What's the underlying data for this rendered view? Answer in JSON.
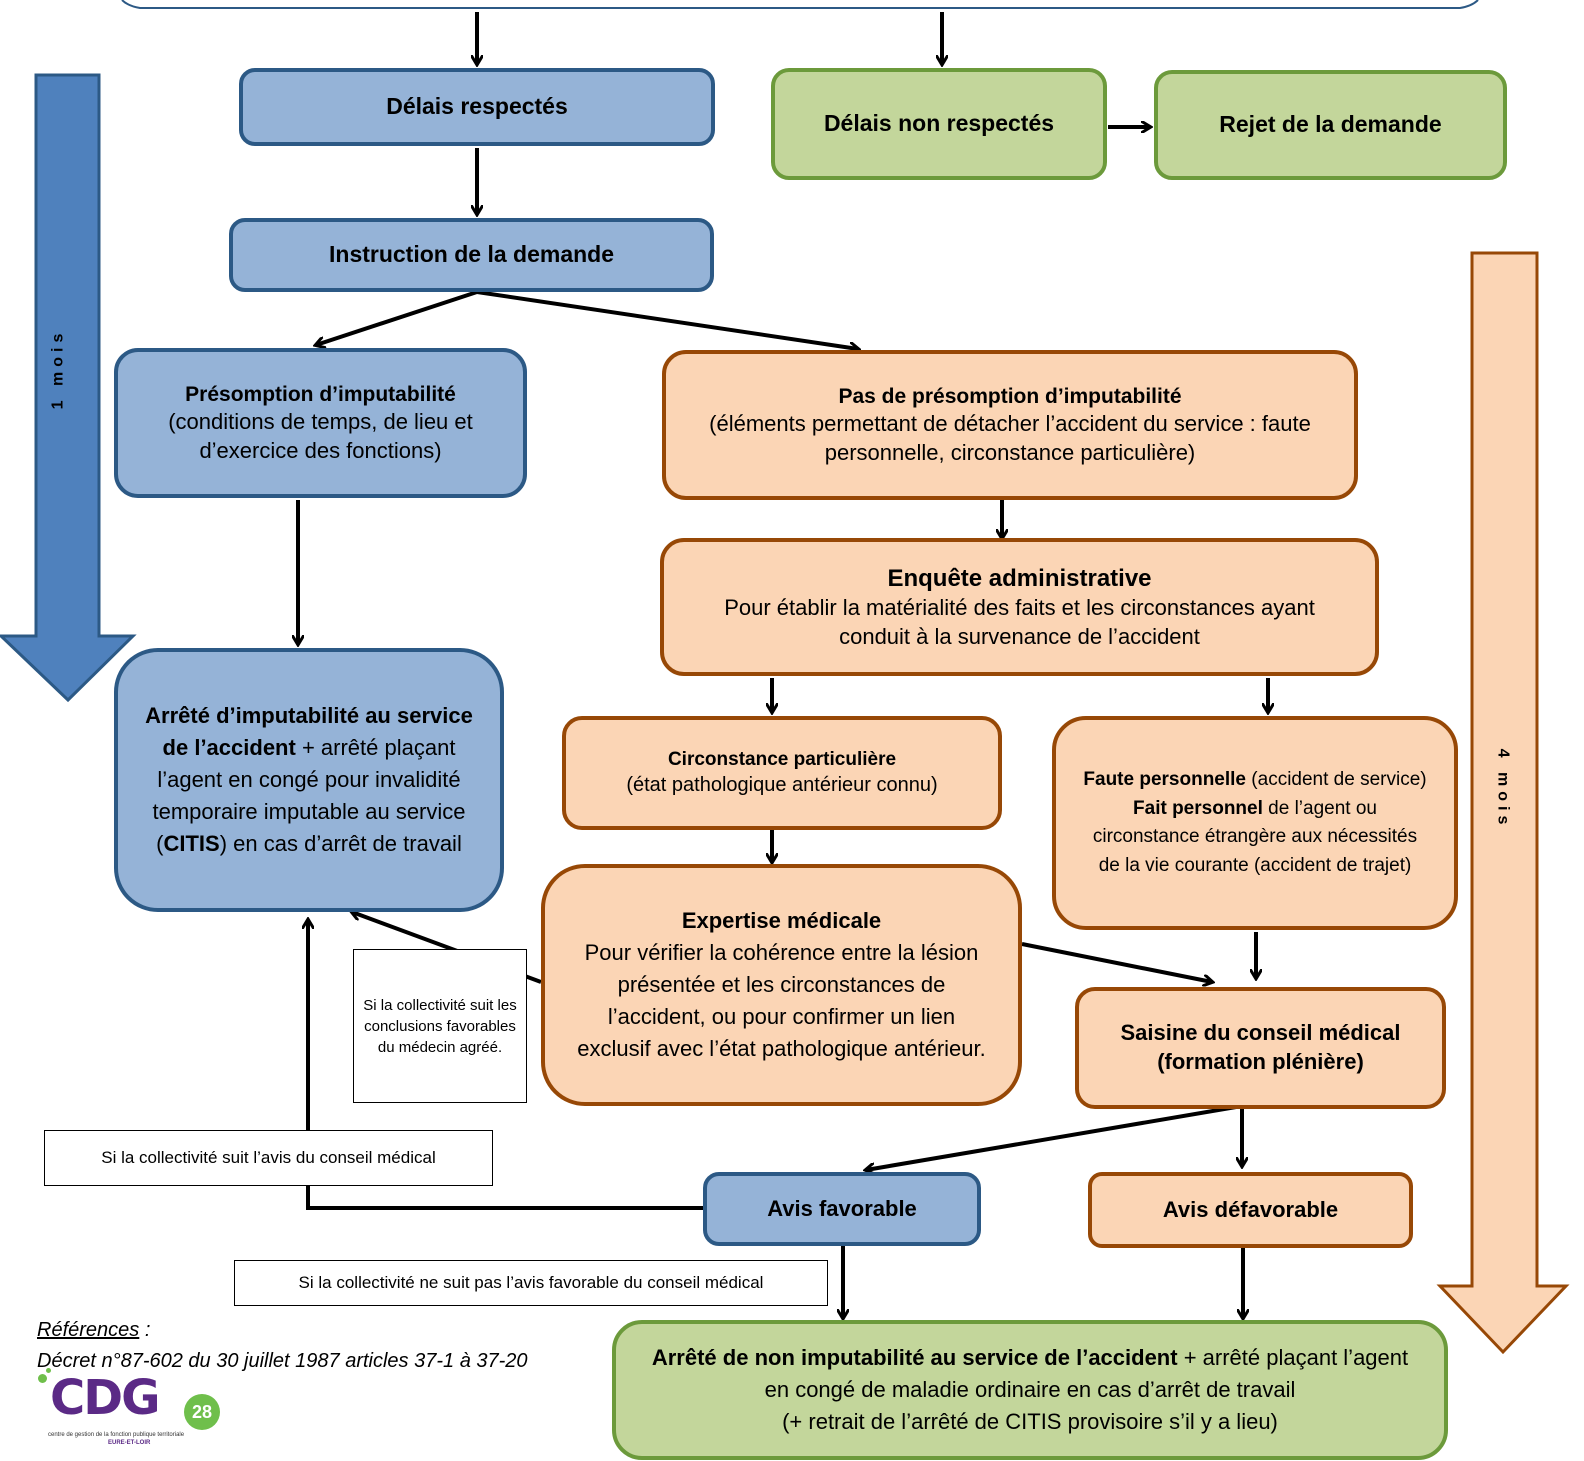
{
  "boxes": {
    "delais_respectes": "Délais respectés",
    "delais_non_respectes": "Délais non respectés",
    "rejet": "Rejet de la demande",
    "instruction": "Instruction de la demande",
    "presomption": {
      "title": "Présomption d’imputabilité",
      "body": "(conditions de temps, de lieu et d’exercice des fonctions)"
    },
    "pas_presomption": {
      "title": "Pas de présomption d’imputabilité",
      "body": "(éléments permettant de détacher l’accident du service : faute personnelle, circonstance particulière)"
    },
    "enquete": {
      "title": "Enquête administrative",
      "body": "Pour établir la matérialité des faits et les circonstances ayant conduit à la survenance de l’accident"
    },
    "arrete_imputabilite": {
      "bold1": "Arrêté d’imputabilité au service de l’accident",
      "text1": " + arrêté plaçant l’agent en congé pour invalidité temporaire imputable au service (",
      "bold2": "CITIS",
      "text2": ") en cas d’arrêt de travail"
    },
    "circonstance": {
      "title": "Circonstance particulière",
      "body": "(état pathologique antérieur connu)"
    },
    "faute": {
      "bold1": "Faute personnelle",
      "text1": " (accident de service)",
      "bold2": "Fait personnel",
      "text2": " de l’agent ou circonstance étrangère aux nécessités de la vie courante (accident de trajet)"
    },
    "expertise": {
      "title": "Expertise médicale",
      "body": "Pour vérifier la cohérence entre la lésion présentée et les circonstances de l’accident, ou pour confirmer un lien exclusif avec l’état pathologique antérieur."
    },
    "saisine": {
      "line1": "Saisine du conseil médical",
      "line2": "(formation plénière)"
    },
    "avis_favorable": "Avis favorable",
    "avis_defavorable": "Avis défavorable",
    "arrete_non": {
      "bold": "Arrêté de non imputabilité au service de l’accident",
      "text1": " + arrêté plaçant l’agent en congé de maladie ordinaire en cas d’arrêt de travail",
      "text2": "(+ retrait de l’arrêté de CITIS provisoire s’il y a lieu)"
    }
  },
  "notes": {
    "suit_conclusions": "Si la collectivité suit les conclusions favorables du médecin agréé.",
    "suit_avis": "Si la collectivité suit l’avis du conseil médical",
    "ne_suit_pas": "Si la collectivité ne suit pas l’avis favorable du conseil médical"
  },
  "timeline": {
    "left_label": "1 mois",
    "right_label": "4 mois"
  },
  "references": {
    "heading": "Références",
    "heading_suffix": " :",
    "text": "Décret n°87-602 du 30 juillet 1987 articles 37-1 à 37-20"
  },
  "logo": {
    "letters": "CDG",
    "number": "28",
    "tagline": "centre de gestion de la fonction publique territoriale",
    "region": "EURE-ET-LOIR"
  },
  "colors": {
    "blue_fill": "#95b3d7",
    "blue_border": "#2c5985",
    "green_fill": "#c3d69b",
    "green_border": "#6c9a3b",
    "orange_fill": "#fbd5b5",
    "orange_border": "#974806",
    "big_blue_arrow": "#4f81bd",
    "big_orange_arrow": "#fbd5b5"
  }
}
